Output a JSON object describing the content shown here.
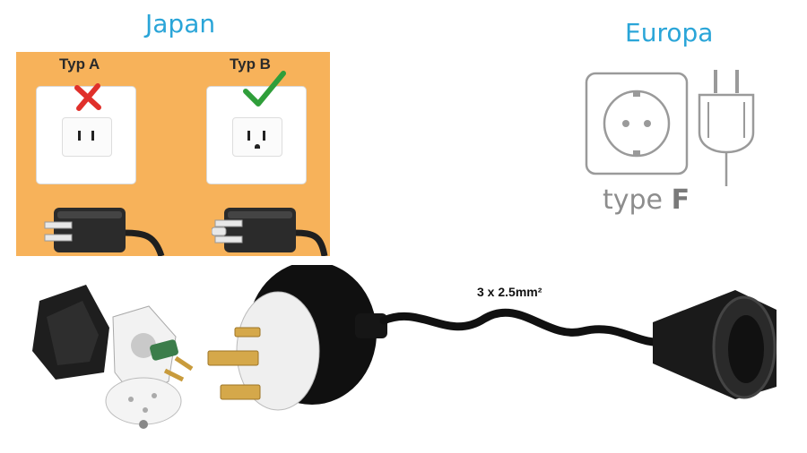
{
  "japan": {
    "title": "Japan",
    "type_a_label": "Typ A",
    "type_b_label": "Typ B",
    "type_a_status": "not-supported",
    "type_b_status": "supported"
  },
  "europa": {
    "title": "Europa",
    "type_prefix": "type",
    "type_letter": "F"
  },
  "cable": {
    "spec": "3 x 2.5mm²"
  },
  "colors": {
    "title_blue": "#2aa5d8",
    "panel_orange": "#f7b25a",
    "cross_red": "#e0302b",
    "check_green": "#2f9e3a"
  }
}
